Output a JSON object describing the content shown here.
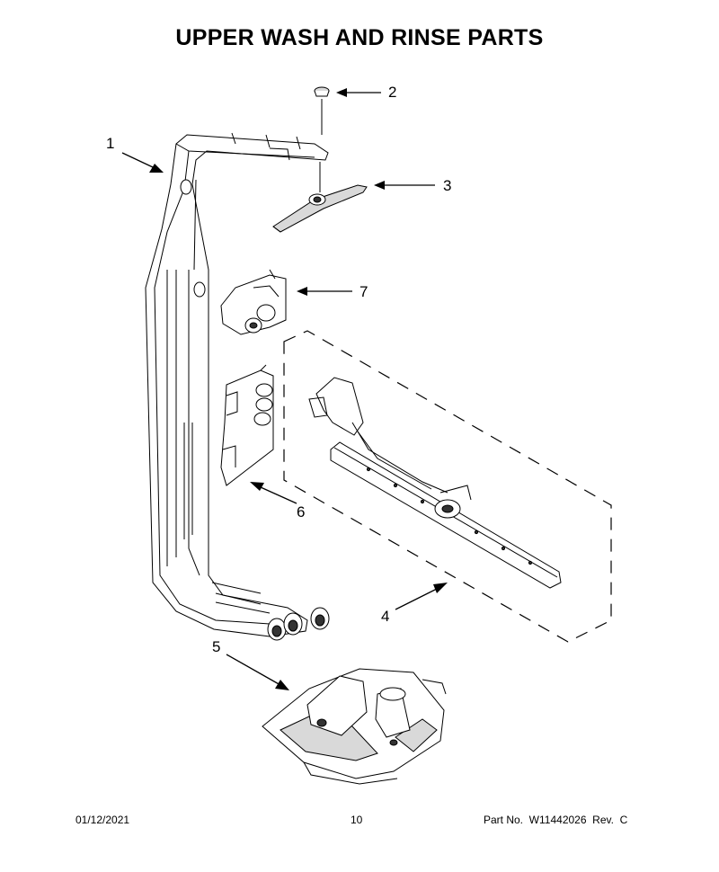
{
  "title": "UPPER WASH AND RINSE PARTS",
  "callouts": [
    {
      "id": "1",
      "label": "1"
    },
    {
      "id": "2",
      "label": "2"
    },
    {
      "id": "3",
      "label": "3"
    },
    {
      "id": "4",
      "label": "4"
    },
    {
      "id": "5",
      "label": "5"
    },
    {
      "id": "6",
      "label": "6"
    },
    {
      "id": "7",
      "label": "7"
    }
  ],
  "footer": {
    "date": "01/12/2021",
    "page": "10",
    "part_no": "Part No.  W11442026  Rev.  C"
  }
}
